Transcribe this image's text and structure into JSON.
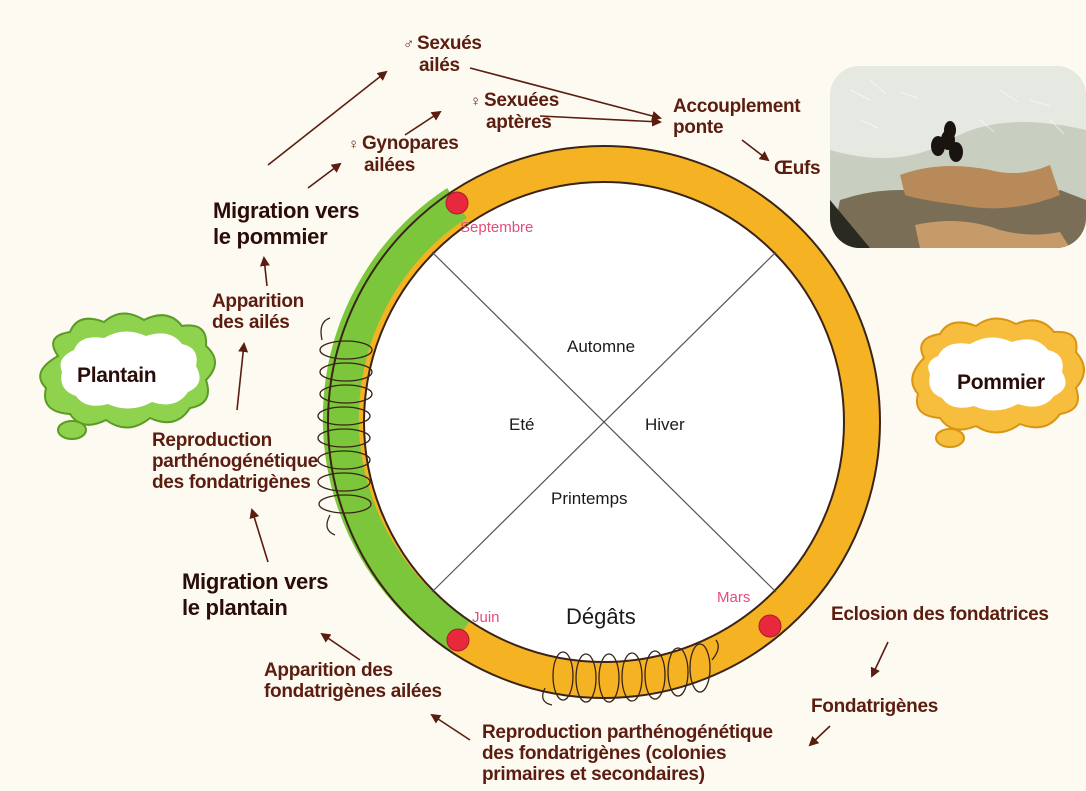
{
  "seasons": {
    "autumn": "Automne",
    "winter": "Hiver",
    "spring": "Printemps",
    "summer": "Eté",
    "damage": "Dégâts"
  },
  "months": {
    "september": "Septembre",
    "june": "Juin",
    "march": "Mars"
  },
  "hosts": {
    "secondary": "Plantain",
    "primary": "Pommier"
  },
  "stages": {
    "males_line1": "Sexués",
    "males_line2": "ailés",
    "females_line1": "Sexuées",
    "females_line2": "aptères",
    "gynoparae_line1": "Gynopares",
    "gynoparae_line2": "ailées",
    "mating_line1": "Accouplement",
    "mating_line2": "ponte",
    "eggs": "Œufs",
    "migration_apple_line1": "Migration vers",
    "migration_apple_line2": "le pommier",
    "winged_line1": "Apparition",
    "winged_line2": "des ailés",
    "repro_left_line1": "Reproduction",
    "repro_left_line2": "parthénogénétique",
    "repro_left_line3": "des fondatrigènes",
    "migration_plantain_line1": "Migration vers",
    "migration_plantain_line2": "le plantain",
    "winged_fund_line1": "Apparition des",
    "winged_fund_line2": "fondatrigènes ailées",
    "repro_bottom_line1": "Reproduction parthénogénétique",
    "repro_bottom_line2": "des fondatrigènes (colonies",
    "repro_bottom_line3": "primaires et secondaires)",
    "hatching": "Eclosion des fondatrices",
    "fundatrigenae": "Fondatrigènes"
  },
  "symbols": {
    "male": "♂",
    "female": "♀"
  },
  "colors": {
    "orange_band": "#f5b324",
    "green_band": "#7cc63c",
    "label_text": "#5b1d10",
    "month_text": "#e0507a",
    "marker": "#e8283c"
  },
  "photo": {
    "subject": "aphid eggs on apple bark"
  }
}
